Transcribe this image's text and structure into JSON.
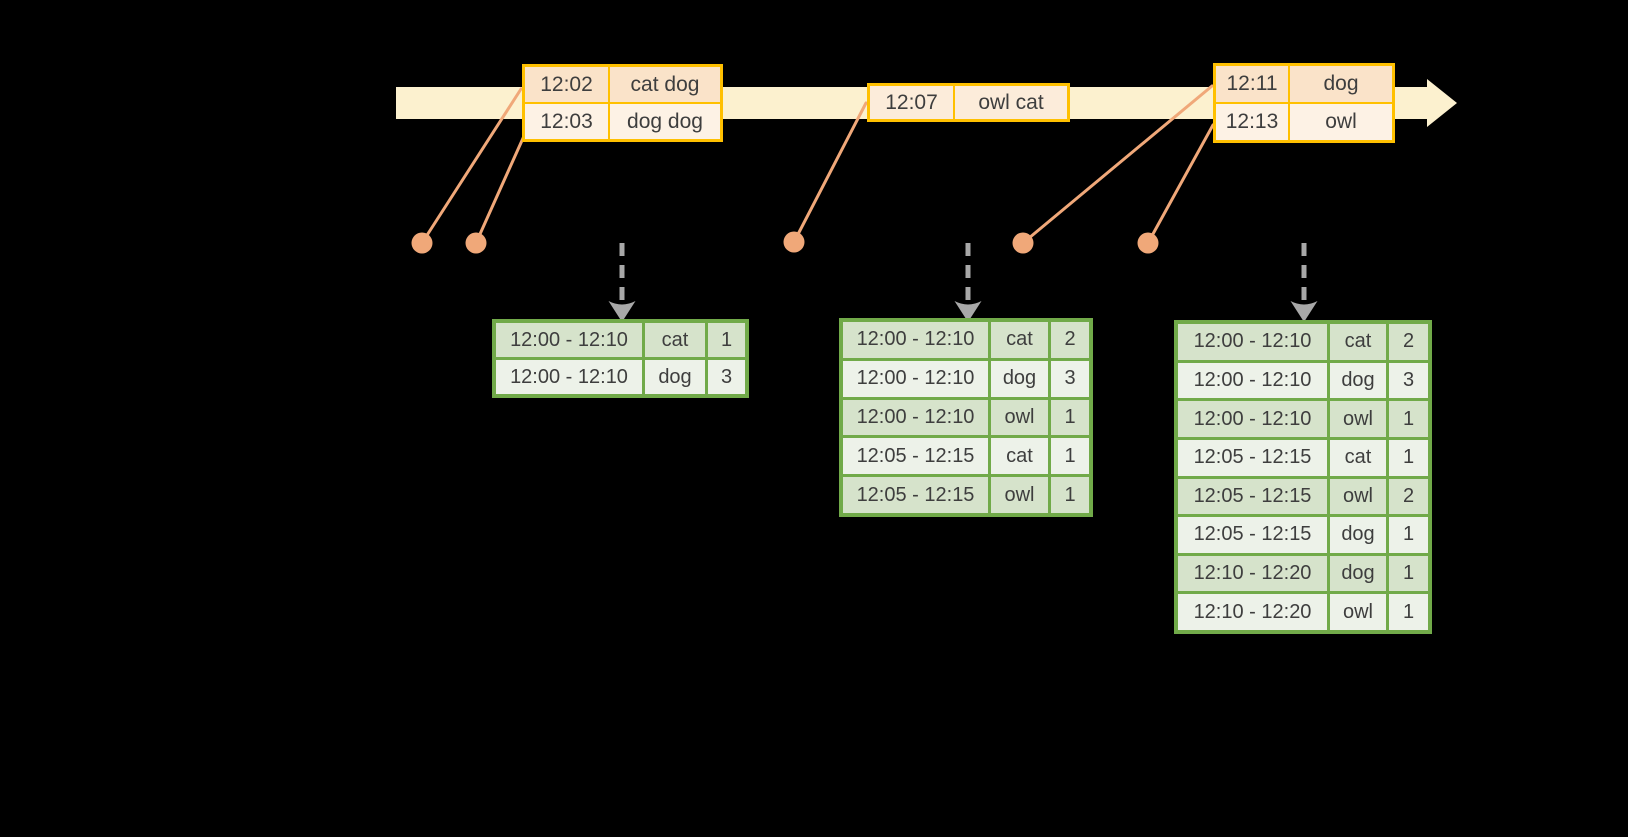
{
  "colors": {
    "background": "#000000",
    "timeline_fill": "#fcf1cf",
    "event_border": "#ffc000",
    "event_row_dark": "#fae3c9",
    "event_row_medium": "#fcecda",
    "event_row_light": "#fdf2e5",
    "connector": "#f0a879",
    "trigger_arrow": "#a8a8a8",
    "result_border": "#71aa49",
    "result_row_dark": "#d6e3cb",
    "result_row_light": "#edf2e9",
    "text": "#3e3e3e"
  },
  "icons": {
    "timeline_arrow": "right-arrow",
    "trigger_arrow": "dashed-down-arrow",
    "event_marker": "dot"
  },
  "event_tables": [
    {
      "rows": [
        {
          "time": "12:02",
          "words": "cat dog"
        },
        {
          "time": "12:03",
          "words": "dog dog"
        }
      ]
    },
    {
      "rows": [
        {
          "time": "12:07",
          "words": "owl cat"
        }
      ]
    },
    {
      "rows": [
        {
          "time": "12:11",
          "words": "dog"
        },
        {
          "time": "12:13",
          "words": "owl"
        }
      ]
    }
  ],
  "result_tables": [
    {
      "rows": [
        {
          "window": "12:00 - 12:10",
          "word": "cat",
          "count": "1"
        },
        {
          "window": "12:00 - 12:10",
          "word": "dog",
          "count": "3"
        }
      ]
    },
    {
      "rows": [
        {
          "window": "12:00 - 12:10",
          "word": "cat",
          "count": "2"
        },
        {
          "window": "12:00 - 12:10",
          "word": "dog",
          "count": "3"
        },
        {
          "window": "12:00 - 12:10",
          "word": "owl",
          "count": "1"
        },
        {
          "window": "12:05 - 12:15",
          "word": "cat",
          "count": "1"
        },
        {
          "window": "12:05 - 12:15",
          "word": "owl",
          "count": "1"
        }
      ]
    },
    {
      "rows": [
        {
          "window": "12:00 - 12:10",
          "word": "cat",
          "count": "2"
        },
        {
          "window": "12:00 - 12:10",
          "word": "dog",
          "count": "3"
        },
        {
          "window": "12:00 - 12:10",
          "word": "owl",
          "count": "1"
        },
        {
          "window": "12:05 - 12:15",
          "word": "cat",
          "count": "1"
        },
        {
          "window": "12:05 - 12:15",
          "word": "owl",
          "count": "2"
        },
        {
          "window": "12:05 - 12:15",
          "word": "dog",
          "count": "1"
        },
        {
          "window": "12:10 - 12:20",
          "word": "dog",
          "count": "1"
        },
        {
          "window": "12:10 - 12:20",
          "word": "owl",
          "count": "1"
        }
      ]
    }
  ]
}
